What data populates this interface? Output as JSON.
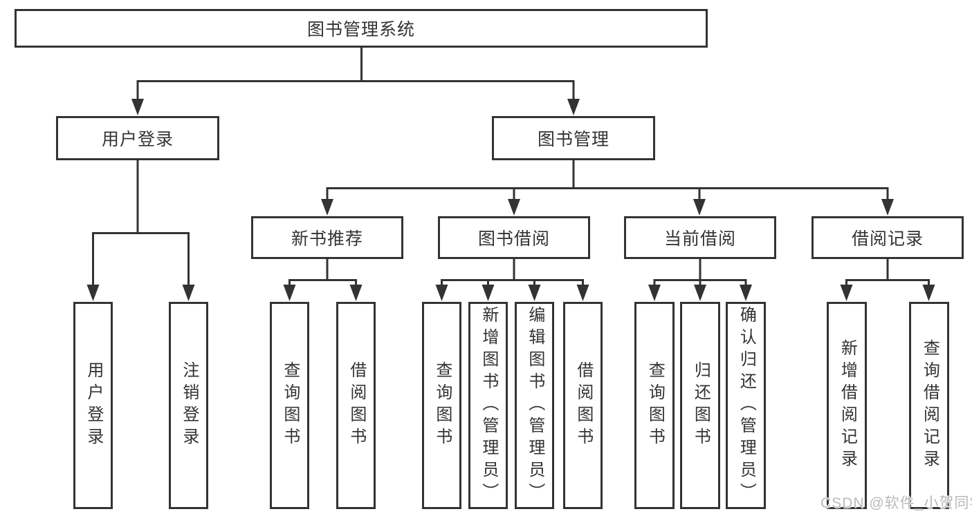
{
  "nodes": {
    "root": "图书管理系统",
    "user_login": "用户登录",
    "book_mgmt": "图书管理",
    "new_book_rec": "新书推荐",
    "book_borrow": "图书借阅",
    "current_borrow": "当前借阅",
    "borrow_record": "借阅记录",
    "leaf_user_login": "用户登录",
    "leaf_logout": "注销登录",
    "leaf_rec_query": "查询图书",
    "leaf_rec_borrow": "借阅图书",
    "leaf_bb_query": "查询图书",
    "leaf_bb_add": "新增图书（管理员）",
    "leaf_bb_edit": "编辑图书（管理员）",
    "leaf_bb_borrow": "借阅图书",
    "leaf_cb_query": "查询图书",
    "leaf_cb_return": "归还图书",
    "leaf_cb_confirm": "确认归还（管理员）",
    "leaf_br_add": "新增借阅记录",
    "leaf_br_query": "查询借阅记录"
  },
  "watermark": "CSDN @软件_小贺同学",
  "colors": {
    "line": "#333333",
    "text": "#333333",
    "background": "#ffffff",
    "watermark": "#b9b9b9"
  }
}
